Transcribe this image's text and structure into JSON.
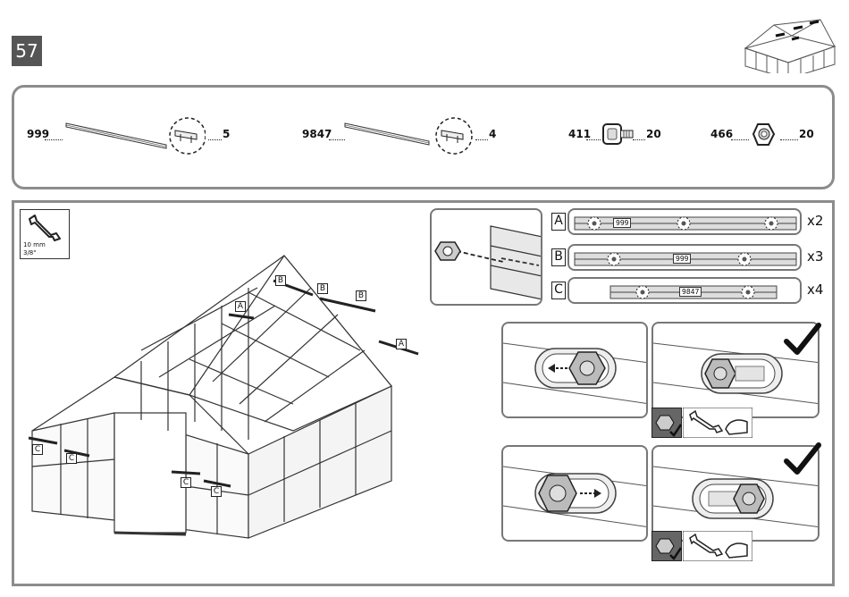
{
  "page": {
    "number": "57"
  },
  "parts": [
    {
      "id": "999",
      "qty": "5"
    },
    {
      "id": "9847",
      "qty": "4"
    },
    {
      "id": "411",
      "qty": "20"
    },
    {
      "id": "466",
      "qty": "20"
    }
  ],
  "tool": {
    "size_mm": "10 mm",
    "size_in": "3/8\""
  },
  "rails": [
    {
      "letter": "A",
      "part": "999",
      "multiplier": "x2"
    },
    {
      "letter": "B",
      "part": "999",
      "multiplier": "x3"
    },
    {
      "letter": "C",
      "part": "9847",
      "multiplier": "x4"
    }
  ],
  "diagram_labels": {
    "a1": "A",
    "a2": "A",
    "b1": "B",
    "b2": "B",
    "b3": "B",
    "c1": "C",
    "c2": "C",
    "c3": "C",
    "c4": "C"
  },
  "icons": [
    "wrench-icon",
    "checkmark-icon",
    "hand-wrench-icon",
    "greenhouse-thumbnail"
  ]
}
